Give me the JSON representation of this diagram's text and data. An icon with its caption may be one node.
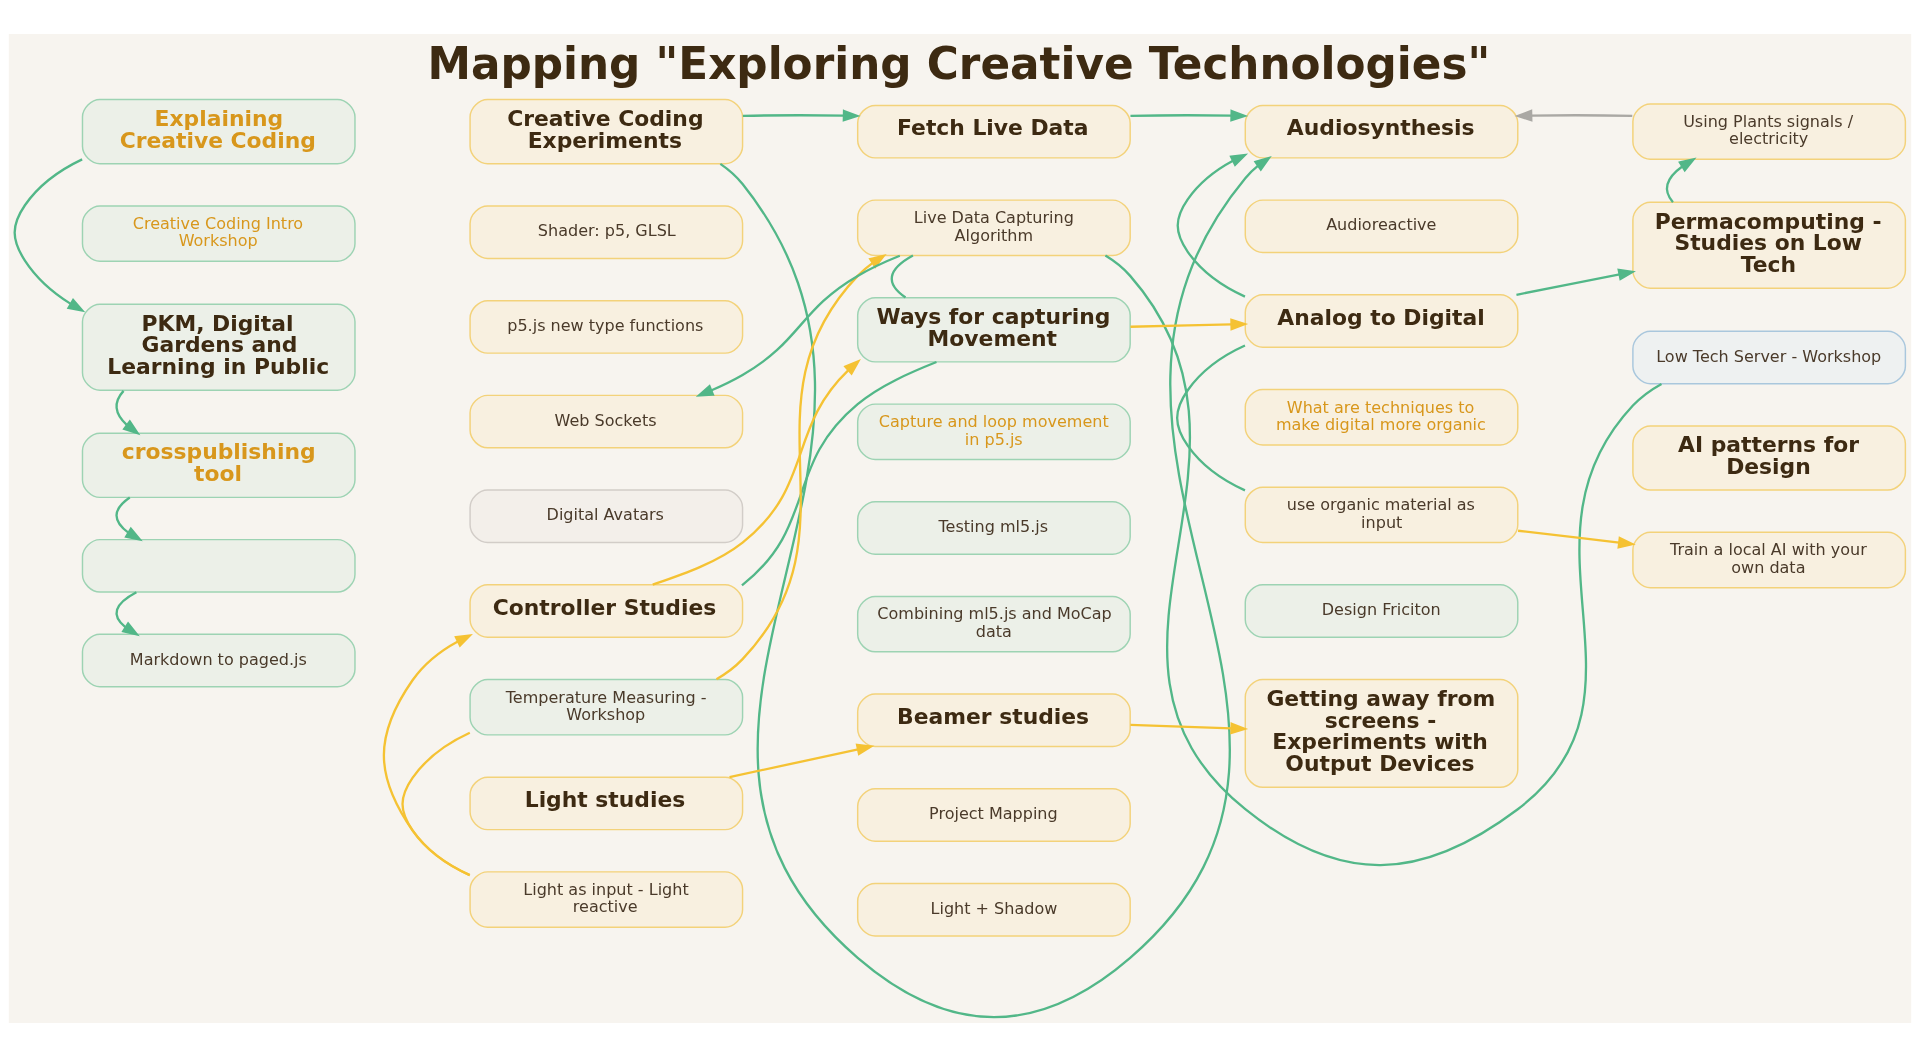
{
  "diagram": {
    "title": "Mapping \"Exploring Creative Technologies\"",
    "nodes": [
      {
        "text": [
          "Explaining Creative Coding"
        ]
      },
      {
        "text": [
          "Creative Coding Intro Workshop"
        ]
      },
      {
        "text": [
          "PKM, Digital Gardens and Learning in Public"
        ]
      },
      {
        "text": [
          "crosspublishing tool"
        ]
      },
      {
        "text": [],
        "shape": "box"
      },
      {
        "text": [
          "Markdown to paged.js"
        ]
      },
      {
        "text": [
          "Creative Coding Experiments"
        ]
      },
      {
        "text": [
          "Shader: p5, GLSL"
        ]
      },
      {
        "text": [
          "p5.js new type functions"
        ]
      },
      {
        "text": [
          "Web Sockets"
        ]
      },
      {
        "text": [
          "Digital Avatars"
        ]
      },
      {
        "text": [
          "Controller Studies"
        ]
      },
      {
        "text": [
          "Temperature Measuring - Workshop"
        ]
      },
      {
        "text": [
          "Light studies"
        ]
      },
      {
        "text": [
          "Light as input - Light reactive"
        ]
      },
      {
        "text": [
          "Fetch Live Data"
        ]
      },
      {
        "text": [
          "Live Data Capturing Algorithm"
        ]
      },
      {
        "text": [
          "Ways for capturing Movement"
        ]
      },
      {
        "text": [
          "Capture and loop movement in p5.js"
        ]
      },
      {
        "text": [
          "Testing ml5.js"
        ]
      },
      {
        "text": [
          "Combining ml5.js and MoCap data"
        ]
      },
      {
        "text": [
          "Beamer studies"
        ]
      },
      {
        "text": [
          "Project Mapping"
        ]
      },
      {
        "text": [
          "Light + Shadow"
        ]
      },
      {
        "text": [
          "Audiosynthesis"
        ]
      },
      {
        "text": [
          "Audioreactive"
        ]
      },
      {
        "text": [
          "Analog to Digital"
        ]
      },
      {
        "text": [
          "What are techniques to make digital more organic"
        ]
      },
      {
        "text": [
          "use organic material as input"
        ]
      },
      {
        "text": [
          "Design Friciton"
        ]
      },
      {
        "text": [
          "Getting away from screens - Experiments with Output Devices"
        ]
      },
      {
        "text": [
          "Using Plants signals / electricity"
        ]
      },
      {
        "text": [
          "Permacomputing - Studies on Low Tech"
        ]
      },
      {
        "text": [
          "Low Tech Server - Workshop"
        ]
      },
      {
        "text": [
          "AI patterns for Design"
        ]
      },
      {
        "text": [
          "Train a local AI with your own data"
        ]
      }
    ],
    "edges": [
      {
        "from": 0,
        "to": 2,
        "arrow": "to"
      },
      {
        "from": 2,
        "to": 3,
        "arrow": "to"
      },
      {
        "from": 3,
        "to": 4,
        "arrow": "to"
      },
      {
        "from": 4,
        "to": 5,
        "arrow": "to"
      },
      {
        "from": 6,
        "to": 24,
        "arrow": "to"
      },
      {
        "from": 6,
        "to": 15,
        "arrow": "to"
      },
      {
        "from": 16,
        "to": 9,
        "arrow": "to"
      },
      {
        "from": 16,
        "to": 33,
        "arrow": "none"
      },
      {
        "from": 15,
        "to": 24,
        "arrow": "to"
      },
      {
        "from": 17,
        "to": 16,
        "arrow": "none"
      },
      {
        "from": 11,
        "to": 17,
        "arrow": "none"
      },
      {
        "from": 11,
        "to": 17,
        "arrow": "to",
        "color": "#f5c233"
      },
      {
        "from": 12,
        "to": 16,
        "arrow": "to",
        "color": "#f5c233"
      },
      {
        "from": 14,
        "to": 11,
        "arrow": "to",
        "color": "#f5c233"
      },
      {
        "from": 12,
        "to": 14,
        "arrow": "none",
        "color": "#f5c233"
      },
      {
        "from": 17,
        "to": 26,
        "arrow": "to",
        "color": "#f5c233"
      },
      {
        "from": 26,
        "to": 24,
        "arrow": "to"
      },
      {
        "from": 26,
        "to": 32,
        "arrow": "to"
      },
      {
        "from": 26,
        "to": 28,
        "arrow": "none"
      },
      {
        "from": 28,
        "to": 35,
        "arrow": "to",
        "color": "#f5c233"
      },
      {
        "from": 13,
        "to": 21,
        "arrow": "to",
        "color": "#f5c233"
      },
      {
        "from": 21,
        "to": 30,
        "arrow": "to",
        "color": "#f5c233"
      },
      {
        "from": 31,
        "to": 24,
        "arrow": "to",
        "color": "#aaa8a4"
      },
      {
        "from": 32,
        "to": 31,
        "arrow": "to"
      }
    ]
  }
}
